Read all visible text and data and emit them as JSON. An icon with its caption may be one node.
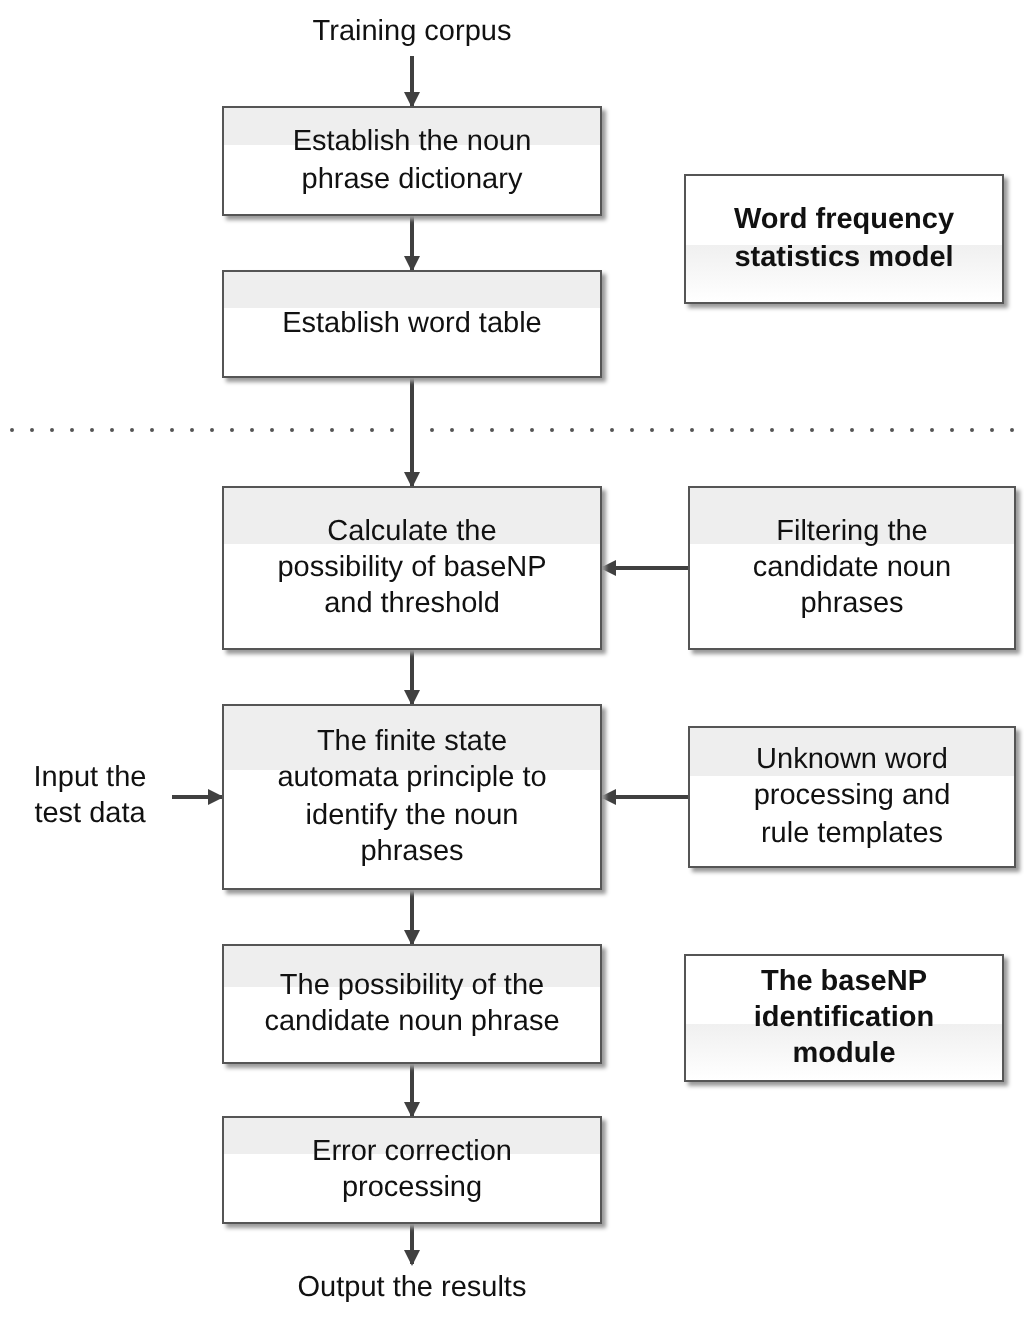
{
  "diagram": {
    "nodes": [
      {
        "text": [
          "Training corpus"
        ]
      },
      {
        "text": [
          "Establish the noun phrase dictionary"
        ]
      },
      {
        "text": [
          "Establish word table"
        ]
      },
      {
        "text": [
          "Word frequency statistics model"
        ]
      },
      {
        "text": [
          "Calculate the possibility of baseNP and threshold"
        ]
      },
      {
        "text": [
          "Filtering the candidate noun phrases"
        ]
      },
      {
        "text": [
          "The finite state automata principle to identify the noun phrases"
        ]
      },
      {
        "text": [
          "Input the test data"
        ]
      },
      {
        "text": [
          "Unknown word processing and rule templates"
        ]
      },
      {
        "text": [
          "The possibility of the candidate noun phrase"
        ]
      },
      {
        "text": [
          "The baseNP identification module"
        ]
      },
      {
        "text": [
          "Error correction processing"
        ]
      },
      {
        "text": [
          "Output the results"
        ]
      }
    ],
    "edges": [
      {
        "from": 0,
        "to": 1,
        "arrow": "to"
      },
      {
        "from": 1,
        "to": 2,
        "arrow": "to"
      },
      {
        "from": 2,
        "to": 4,
        "arrow": "to"
      },
      {
        "from": 5,
        "to": 4,
        "arrow": "to"
      },
      {
        "from": 4,
        "to": 6,
        "arrow": "to"
      },
      {
        "from": 7,
        "to": 6,
        "arrow": "to"
      },
      {
        "from": 8,
        "to": 6,
        "arrow": "to"
      },
      {
        "from": 6,
        "to": 9,
        "arrow": "to"
      },
      {
        "from": 9,
        "to": 11,
        "arrow": "to"
      },
      {
        "from": 11,
        "to": 12,
        "arrow": "to"
      }
    ]
  }
}
